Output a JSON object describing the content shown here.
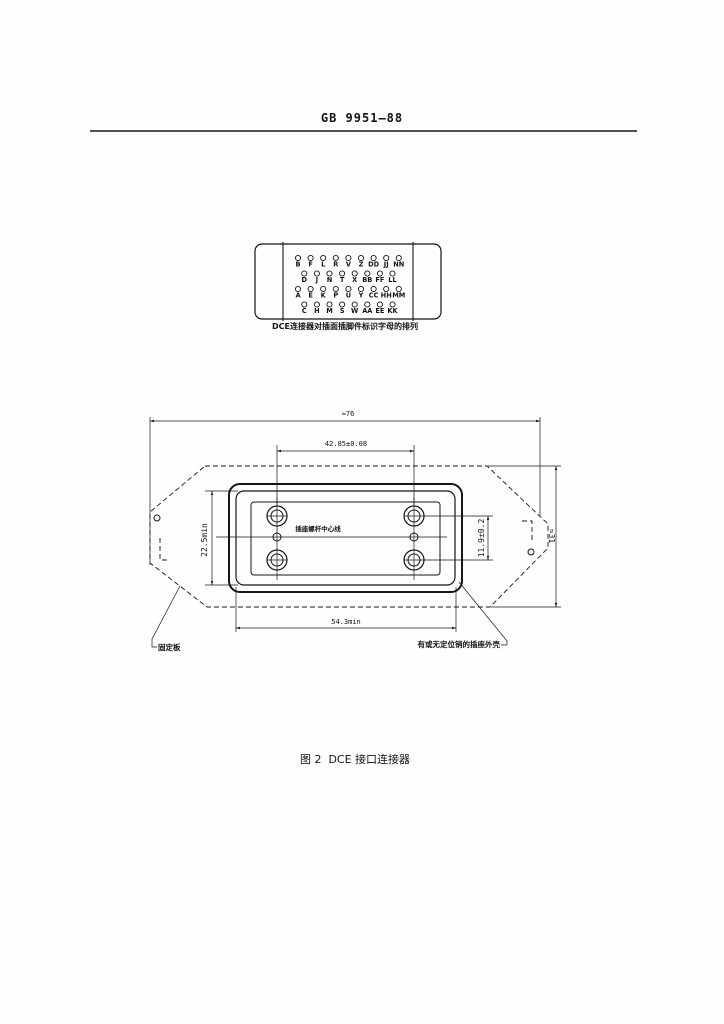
{
  "header": {
    "standard_code": "GB 9951—88"
  },
  "connector_face": {
    "pin_rows": [
      [
        "B",
        "F",
        "L",
        "R",
        "V",
        "Z",
        "DD",
        "JJ",
        "NN"
      ],
      [
        "D",
        "J",
        "N",
        "T",
        "X",
        "BB",
        "FF",
        "LL"
      ],
      [
        "A",
        "E",
        "K",
        "P",
        "U",
        "Y",
        "CC",
        "HH",
        "MM"
      ],
      [
        "C",
        "H",
        "M",
        "S",
        "W",
        "AA",
        "EE",
        "KK"
      ]
    ],
    "caption": "DCE连接器对插面插脚件标识字母的排列"
  },
  "drawing": {
    "dim_overall_width": "≈76",
    "dim_screw_spacing": "42.85±0.08",
    "dim_inner_height": "22.5min",
    "dim_screw_vertical_spacing": "11.9±0.2",
    "dim_overall_height": "≈31",
    "dim_inner_width": "54.3min",
    "centerline_label": "插座螺杆中心线",
    "plate_label": "固定板",
    "housing_label": "有或无定位销的插座外壳"
  },
  "figure_caption": "图 2  DCE 接口连接器"
}
